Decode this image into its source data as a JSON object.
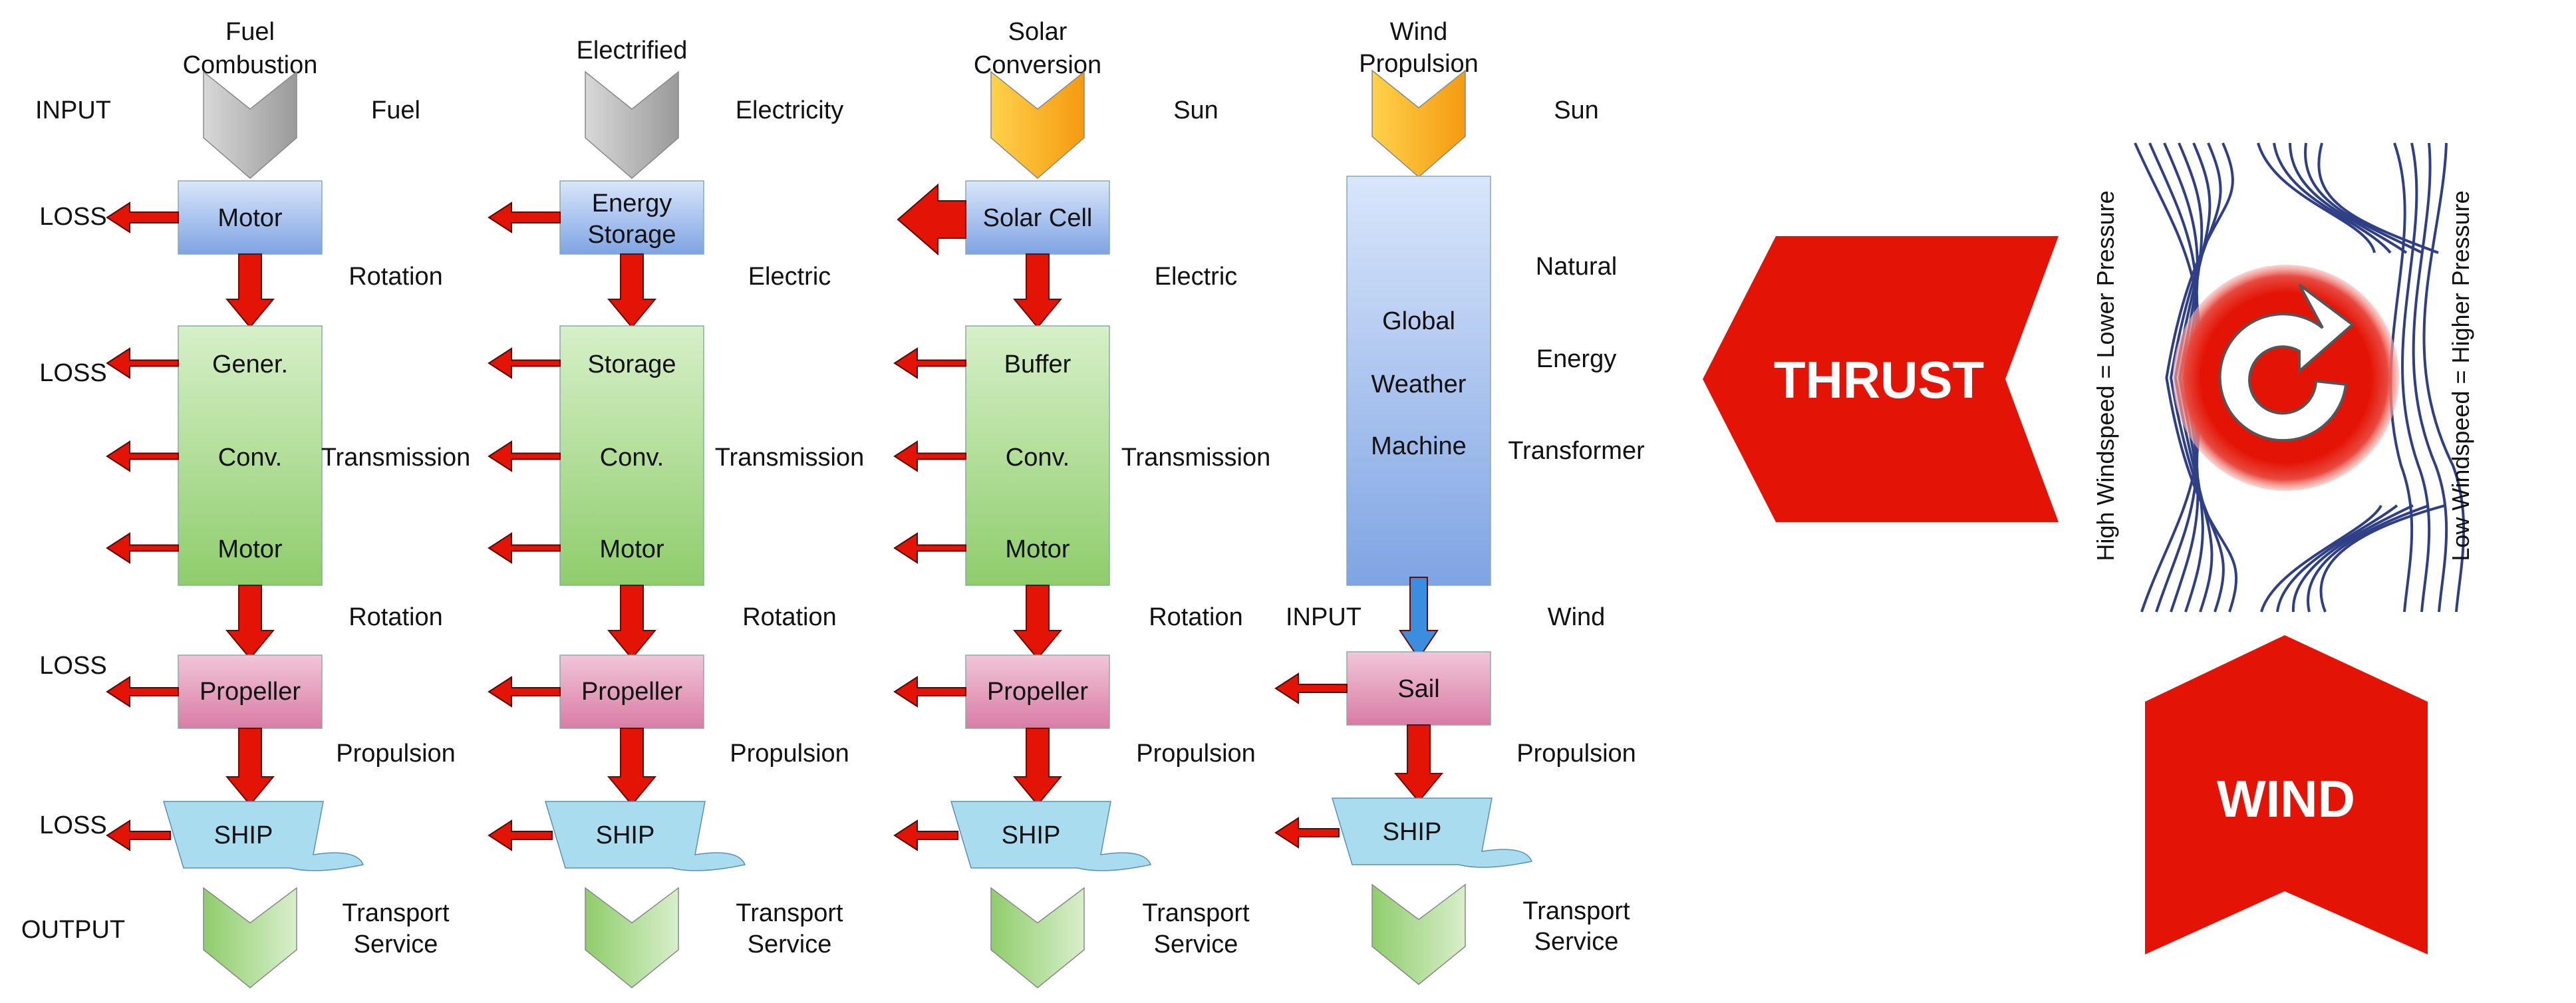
{
  "side_labels": {
    "input": "INPUT",
    "loss": "LOSS",
    "output": "OUTPUT"
  },
  "columns": [
    {
      "title_line1": "Fuel",
      "title_line2": "Combustion",
      "input_label": "Fuel",
      "top_box": "Motor",
      "top_box_line2": "",
      "flow1": "Rotation",
      "stack": [
        "Gener.",
        "Conv.",
        "Motor"
      ],
      "flow2": "Transmission",
      "flow3": "Rotation",
      "propeller": "Propeller",
      "flow4": "Propulsion",
      "ship": "SHIP",
      "out1": "Transport",
      "out2": "Service",
      "input_color": "#b0b0b0"
    },
    {
      "title_line1": "Electrified",
      "title_line2": "",
      "input_label": "Electricity",
      "top_box": "Energy",
      "top_box_line2": "Storage",
      "flow1": "Electric",
      "stack": [
        "Storage",
        "Conv.",
        "Motor"
      ],
      "flow2": "Transmission",
      "flow3": "Rotation",
      "propeller": "Propeller",
      "flow4": "Propulsion",
      "ship": "SHIP",
      "out1": "Transport",
      "out2": "Service",
      "input_color": "#b0b0b0"
    },
    {
      "title_line1": "Solar",
      "title_line2": "Conversion",
      "input_label": "Sun",
      "top_box": "Solar Cell",
      "top_box_line2": "",
      "flow1": "Electric",
      "stack": [
        "Buffer",
        "Conv.",
        "Motor"
      ],
      "flow2": "Transmission",
      "flow3": "Rotation",
      "propeller": "Propeller",
      "flow4": "Propulsion",
      "ship": "SHIP",
      "out1": "Transport",
      "out2": "Service",
      "input_color": "#f7a21b"
    },
    {
      "title_line1": "Wind",
      "title_line2": "Propulsion",
      "input_label": "Sun",
      "machine": [
        "Global",
        "Weather",
        "Machine"
      ],
      "right_labels": [
        "Natural",
        "Energy",
        "Transformer"
      ],
      "input2": "INPUT",
      "wind_label": "Wind",
      "sail": "Sail",
      "flow4": "Propulsion",
      "ship": "SHIP",
      "out1": "Transport",
      "out2": "Service",
      "input_color": "#f7a21b"
    }
  ],
  "right_panel": {
    "thrust": "THRUST",
    "wind": "WIND",
    "left_vertical": "High Windspeed = Lower Pressure",
    "right_vertical": "Low Windspeed = Higher Pressure"
  },
  "colors": {
    "red": "#e31405",
    "blue_box": "#8fb0e6",
    "green_box": "#a8d98a",
    "pink_box": "#e08bae",
    "ship": "#a9dcef",
    "output": "#a7d78f",
    "down_blue": "#3b8de0"
  }
}
